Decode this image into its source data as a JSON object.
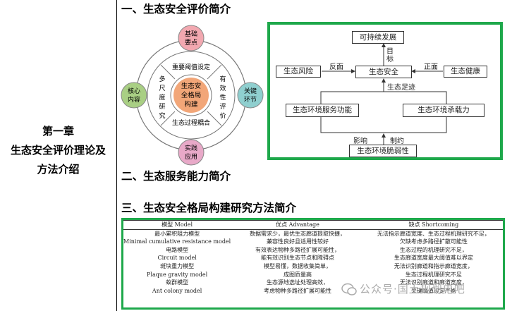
{
  "chapter": {
    "line1": "第一章",
    "line2": "生态安全评价理论及",
    "line3": "方法介绍"
  },
  "sections": {
    "s1": "一、生态安全评价简介",
    "s2": "二、生态服务能力简介",
    "s3": "三、生态安全格局构建研究方法简介"
  },
  "circle": {
    "center": [
      "生态安",
      "全格局",
      "构建"
    ],
    "top": "重要阈值设定",
    "bottom": "生态过程耦合",
    "left": [
      "多",
      "尺",
      "度",
      "研",
      "究"
    ],
    "right": [
      "有",
      "效",
      "性",
      "评",
      "价"
    ],
    "nodes": {
      "top": [
        "基础",
        "要点"
      ],
      "left": [
        "核心",
        "内容"
      ],
      "right": [
        "关键",
        "环节"
      ],
      "bottom": [
        "实践",
        "应用"
      ]
    },
    "colors": {
      "top": "#f2a8b0",
      "left": "#a9cf84",
      "right": "#8fcfcf",
      "bottom": "#e8a9c8",
      "center": "#f2a678",
      "ring": "#ffffff"
    }
  },
  "flow": {
    "sustainable": "可持续发展",
    "target": [
      "目",
      "标"
    ],
    "risk": "生态风险",
    "security": "生态安全",
    "health": "生态健康",
    "negative": "反面",
    "positive": "正面",
    "footprint": "生态足迹",
    "service": "生态环境服务功能",
    "capacity": "生态环境承载力",
    "influence": "影响",
    "constraint": "制约",
    "fragility": "生态环境脆弱性"
  },
  "table": {
    "headers": [
      "模型 Model",
      "优点 Advantage",
      "缺点 Shortcoming"
    ],
    "rows": [
      [
        "最小累积阻力模型",
        "数据需求少，最优生态廊道提取快捷，",
        "无法指示廊道宽度、生态过程机理研究不足，"
      ],
      [
        "Minimal cumulative resistance model",
        "兼容性良好且适用性较好",
        "欠缺考虑多路径扩散可能性"
      ],
      [
        "电路模型",
        "有效表达物种多路径扩展可能性，",
        "生态过程的机理研究不足，"
      ],
      [
        "Circuit model",
        "能有效识别生态节点和障碍点",
        "生态廊道宽度最大阈值难以界定"
      ],
      [
        "斑块重力模型",
        "模型易懂，数据收集简单，",
        "无法识别廊道和指示廊道宽度，"
      ],
      [
        "Plaque gravity model",
        "成图质量高",
        "生态过程机理研究不足"
      ],
      [
        "蚁群模型",
        "生态源地选址处理高效，",
        "无法识别廊道和廊道宽度，"
      ],
      [
        "Ant colony model",
        "考虑物种多路径扩展可能性",
        "关键阈值设定严格"
      ]
    ]
  },
  "watermark": "公众号·国土规划电吧"
}
